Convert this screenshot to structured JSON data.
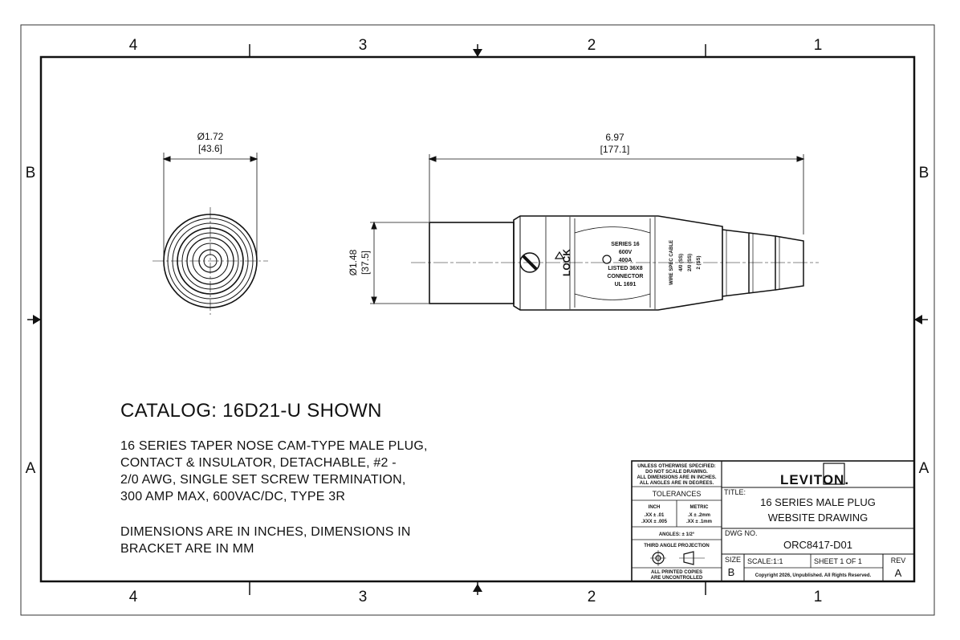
{
  "zones": {
    "columns": [
      "4",
      "3",
      "2",
      "1"
    ],
    "rows": [
      "B",
      "A"
    ]
  },
  "dimensions": {
    "diameter_top": "Ø1.72",
    "diameter_top_mm": "[43.6]",
    "length": "6.97",
    "length_mm": "[177.1]",
    "diameter_side": "Ø1.48",
    "diameter_side_mm": "[37.5]"
  },
  "plug_markings": {
    "lock": "LOCK",
    "series": "SERIES 16",
    "voltage": "600V",
    "amps": "400A",
    "listed": "LISTED 36X8",
    "connector": "CONNECTOR",
    "ul": "UL 1691",
    "wire_label": "WIRE SPEC CABLE",
    "wire_1": "4/0 (SS)",
    "wire_2": "2/0 (SS)",
    "wire_3": "2 (SS)"
  },
  "notes": {
    "catalog": "CATALOG: 16D21-U SHOWN",
    "description_lines": [
      "16 SERIES TAPER NOSE CAM-TYPE MALE PLUG,",
      "CONTACT & INSULATOR, DETACHABLE, #2 -",
      "2/0 AWG, SINGLE SET SCREW TERMINATION,",
      "300 AMP MAX, 600VAC/DC, TYPE 3R"
    ],
    "dimension_lines": [
      "DIMENSIONS ARE IN INCHES, DIMENSIONS IN",
      "BRACKET ARE IN MM"
    ]
  },
  "title_block": {
    "unless_lines": [
      "UNLESS OTHERWISE SPECIFIED:",
      "DO NOT SCALE DRAWING.",
      "ALL DIMENSIONS ARE IN INCHES.",
      "ALL ANGLES ARE IN DEGREES."
    ],
    "tolerances": "TOLERANCES",
    "inch": "INCH",
    "metric": "METRIC",
    "inch_tol_1": ".XX  ±  .01",
    "inch_tol_2": ".XXX  ±  .005",
    "metric_tol_1": ".X  ±  .2mm",
    "metric_tol_2": ".XX  ±  .1mm",
    "angles": "ANGLES: ± 1/2°",
    "projection": "THIRD ANGLE PROJECTION",
    "printed_1": "ALL PRINTED COPIES",
    "printed_2": "ARE UNCONTROLLED",
    "logo": "LEVITON.",
    "title_label": "TITLE:",
    "title_1": "16 SERIES MALE PLUG",
    "title_2": "WEBSITE DRAWING",
    "dwg_label": "DWG NO.",
    "dwg_no": "ORC8417-D01",
    "size_label": "SIZE",
    "size": "B",
    "scale": "SCALE:1:1",
    "sheet": "SHEET 1 OF 1",
    "rev_label": "REV",
    "rev": "A",
    "copyright": "Copyright 2026, Unpublished. All Rights Reserved."
  }
}
